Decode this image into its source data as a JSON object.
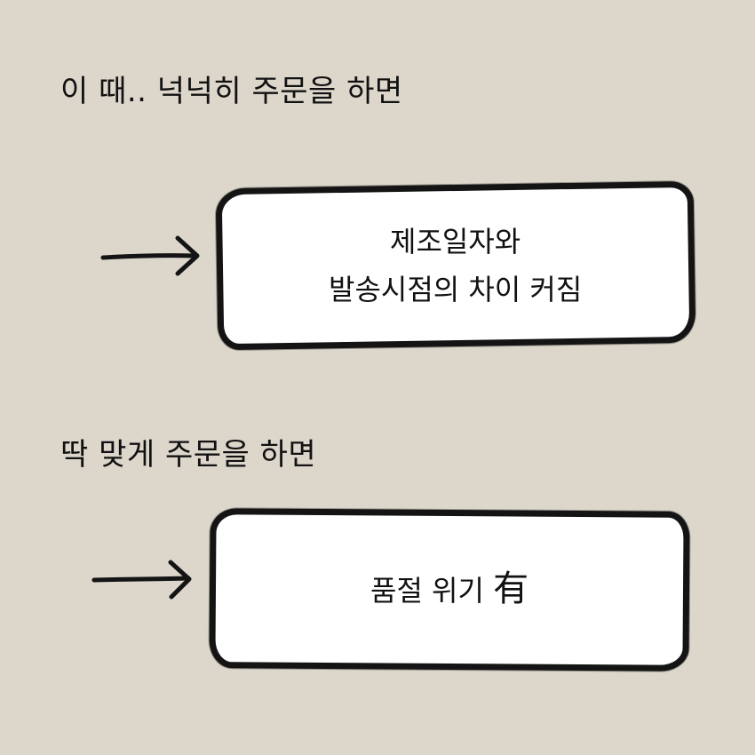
{
  "section_1": {
    "heading": "이 때.. 넉넉히 주문을 하면",
    "box_lines": [
      "제조일자와",
      "발송시점의 차이 커짐"
    ]
  },
  "section_2": {
    "heading": "딱 맞게 주문을 하면",
    "box_text": "품절 위기",
    "box_hanja": "有"
  },
  "icons": {
    "arrow": "right-arrow-icon"
  },
  "colors": {
    "background": "#dcd6cb",
    "ink": "#141414",
    "box_fill": "#ffffff"
  }
}
